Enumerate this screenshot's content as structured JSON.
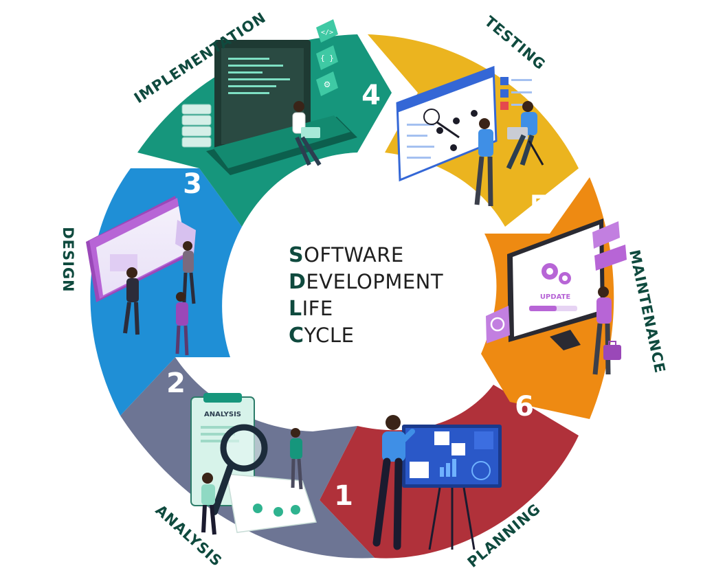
{
  "center": {
    "lines": [
      {
        "initial": "S",
        "rest": "OFTWARE"
      },
      {
        "initial": "D",
        "rest": "EVELOPMENT"
      },
      {
        "initial": "L",
        "rest": "IFE"
      },
      {
        "initial": "C",
        "rest": "YCLE"
      }
    ]
  },
  "stages": [
    {
      "number": "1",
      "label": "PLANNING",
      "color": "#b0313a"
    },
    {
      "number": "2",
      "label": "ANALYSIS",
      "color": "#6d7594"
    },
    {
      "number": "3",
      "label": "DESIGN",
      "color": "#1f8fd6"
    },
    {
      "number": "4",
      "label": "IMPLEMENTATION",
      "color": "#16967c"
    },
    {
      "number": "5",
      "label": "TESTING",
      "color": "#ebb41f"
    },
    {
      "number": "6",
      "label": "MAINTENANCE",
      "color": "#ee8a12"
    }
  ],
  "illustration_texts": {
    "analysis_board": "ANALYSIS",
    "update_screen": "UPDATE"
  },
  "icons": [
    "code-icon",
    "braces-icon",
    "gear-icon",
    "refresh-icon",
    "briefcase-icon",
    "magnifier-icon",
    "folder-icon"
  ]
}
